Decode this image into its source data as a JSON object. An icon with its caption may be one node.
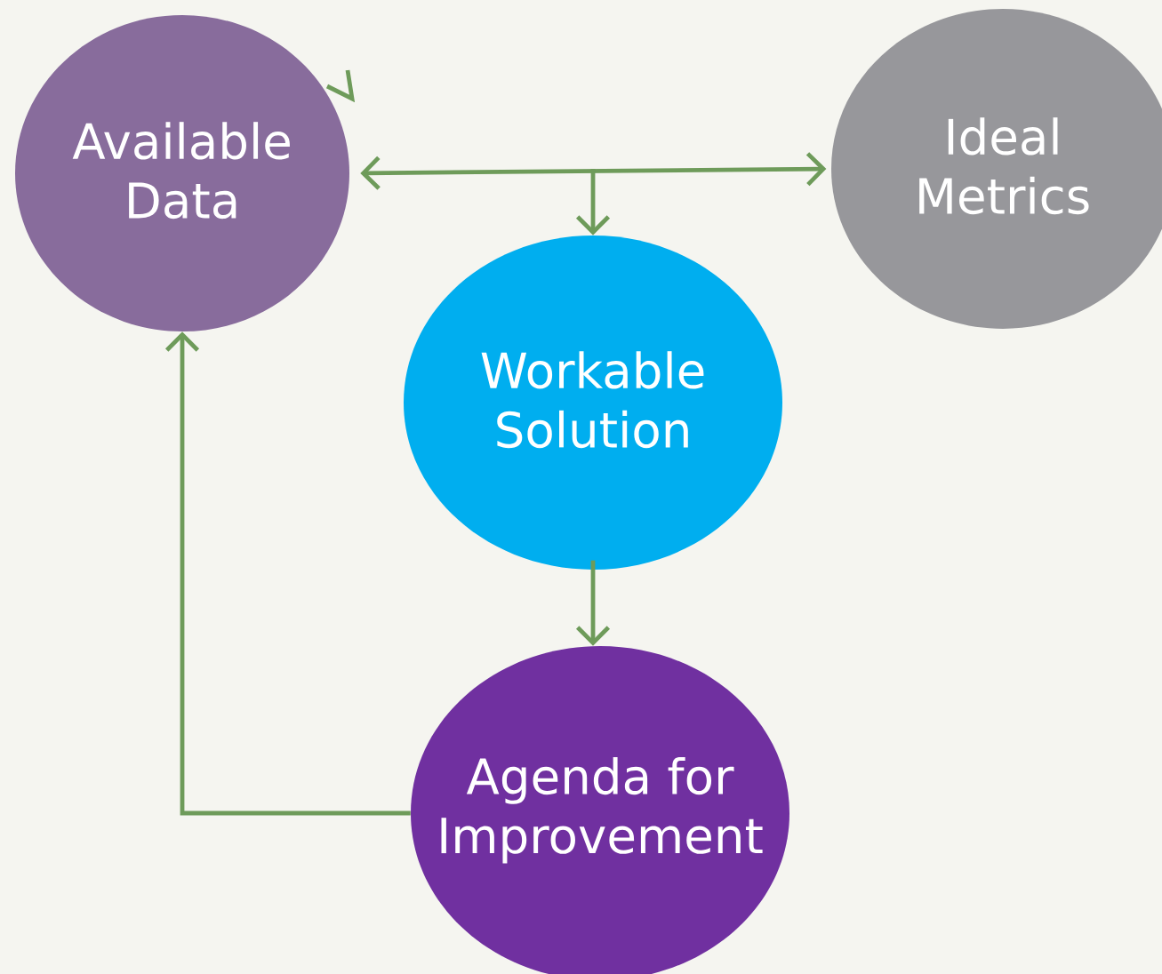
{
  "diagram": {
    "nodes": [
      {
        "text": [
          "Available Data"
        ]
      },
      {
        "text": [
          "Ideal Metrics"
        ]
      },
      {
        "text": [
          "Workable Solution"
        ]
      },
      {
        "text": [
          "Agenda for Improvement"
        ]
      }
    ],
    "edges": [
      {
        "from": 0,
        "to": 1,
        "arrow": "both"
      },
      {
        "from": null,
        "to": 2,
        "arrow": "to"
      },
      {
        "from": 2,
        "to": 3,
        "arrow": "to"
      },
      {
        "from": 3,
        "to": 0,
        "arrow": "to"
      }
    ]
  }
}
